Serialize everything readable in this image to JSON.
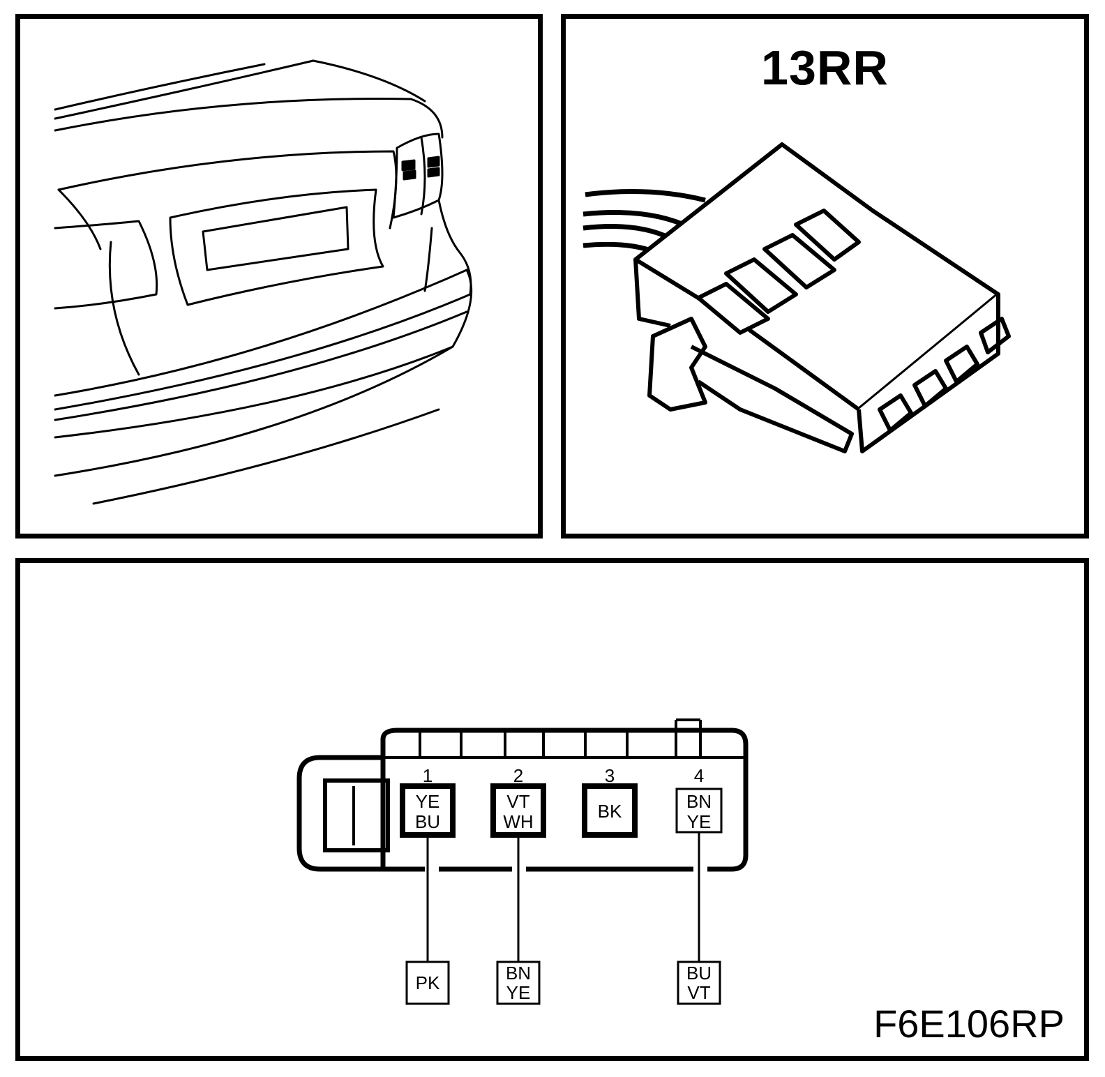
{
  "connector": {
    "id": "13RR",
    "pins": [
      {
        "number": "1",
        "wire_top": "YE",
        "wire_bottom": "BU",
        "lead_top": "",
        "lead_bottom": "PK"
      },
      {
        "number": "2",
        "wire_top": "VT",
        "wire_bottom": "WH",
        "lead_top": "BN",
        "lead_bottom": "YE"
      },
      {
        "number": "3",
        "wire_top": "BK",
        "wire_bottom": "",
        "lead_top": "",
        "lead_bottom": ""
      },
      {
        "number": "4",
        "wire_top": "BN",
        "wire_bottom": "YE",
        "lead_top": "BU",
        "lead_bottom": "VT"
      }
    ]
  },
  "figure_id": "F6E106RP"
}
